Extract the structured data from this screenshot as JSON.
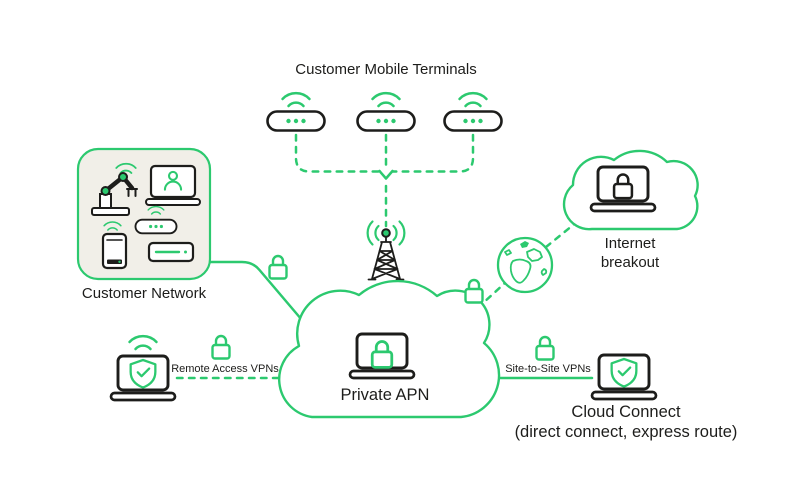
{
  "colors": {
    "accent_green": "#2cc96f",
    "ink": "#1d1d1b",
    "box_fill": "#f1efe8"
  },
  "diagram": {
    "title": "Customer Mobile Terminals",
    "customer_network": {
      "label": "Customer Network"
    },
    "private_apn": {
      "label": "Private APN"
    },
    "internet_breakout": {
      "line1": "Internet",
      "line2": "breakout"
    },
    "cloud_connect": {
      "name": "Cloud Connect",
      "subtitle": "(direct connect, express route)"
    },
    "links": {
      "remote_access": {
        "label": "Remote Access VPNs"
      },
      "site_to_site": {
        "label": "Site-to-Site VPNs"
      }
    }
  }
}
